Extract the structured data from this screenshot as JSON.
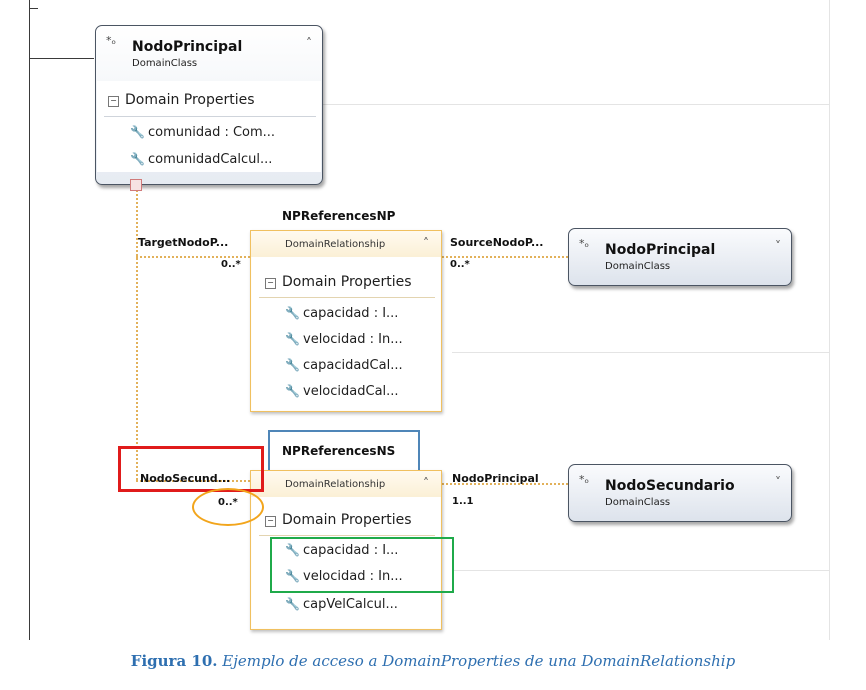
{
  "caption": {
    "label": "Figura 10.",
    "text": "Ejemplo de acceso a DomainProperties de una DomainRelationship"
  },
  "nodo_principal_main": {
    "title": "NodoPrincipal",
    "subtitle": "DomainClass",
    "section": "Domain Properties",
    "properties": [
      "comunidad : Com...",
      "comunidadCalcul..."
    ]
  },
  "rel_np": {
    "name": "NPReferencesNP",
    "kind": "DomainRelationship",
    "section": "Domain Properties",
    "properties": [
      "capacidad : I...",
      "velocidad : In...",
      "capacidadCal...",
      "velocidadCal..."
    ],
    "left_role": "TargetNodoP...",
    "left_multiplicity": "0..*",
    "right_role": "SourceNodoP...",
    "right_multiplicity": "0..*"
  },
  "nodo_principal_ref": {
    "title": "NodoPrincipal",
    "subtitle": "DomainClass"
  },
  "rel_ns": {
    "name": "NPReferencesNS",
    "kind": "DomainRelationship",
    "section": "Domain Properties",
    "properties": [
      "capacidad : I...",
      "velocidad : In...",
      "capVelCalcul..."
    ],
    "left_role": "NodoSecund...",
    "left_multiplicity": "0..*",
    "right_role": "NodoPrincipal",
    "right_multiplicity": "1..1"
  },
  "nodo_secundario": {
    "title": "NodoSecundario",
    "subtitle": "DomainClass"
  },
  "highlight_colors": {
    "red": "#e01b1b",
    "blue": "#4f86b8",
    "orange": "#f2a51c",
    "green": "#1faa4a",
    "caption": "#2e6fb0"
  }
}
